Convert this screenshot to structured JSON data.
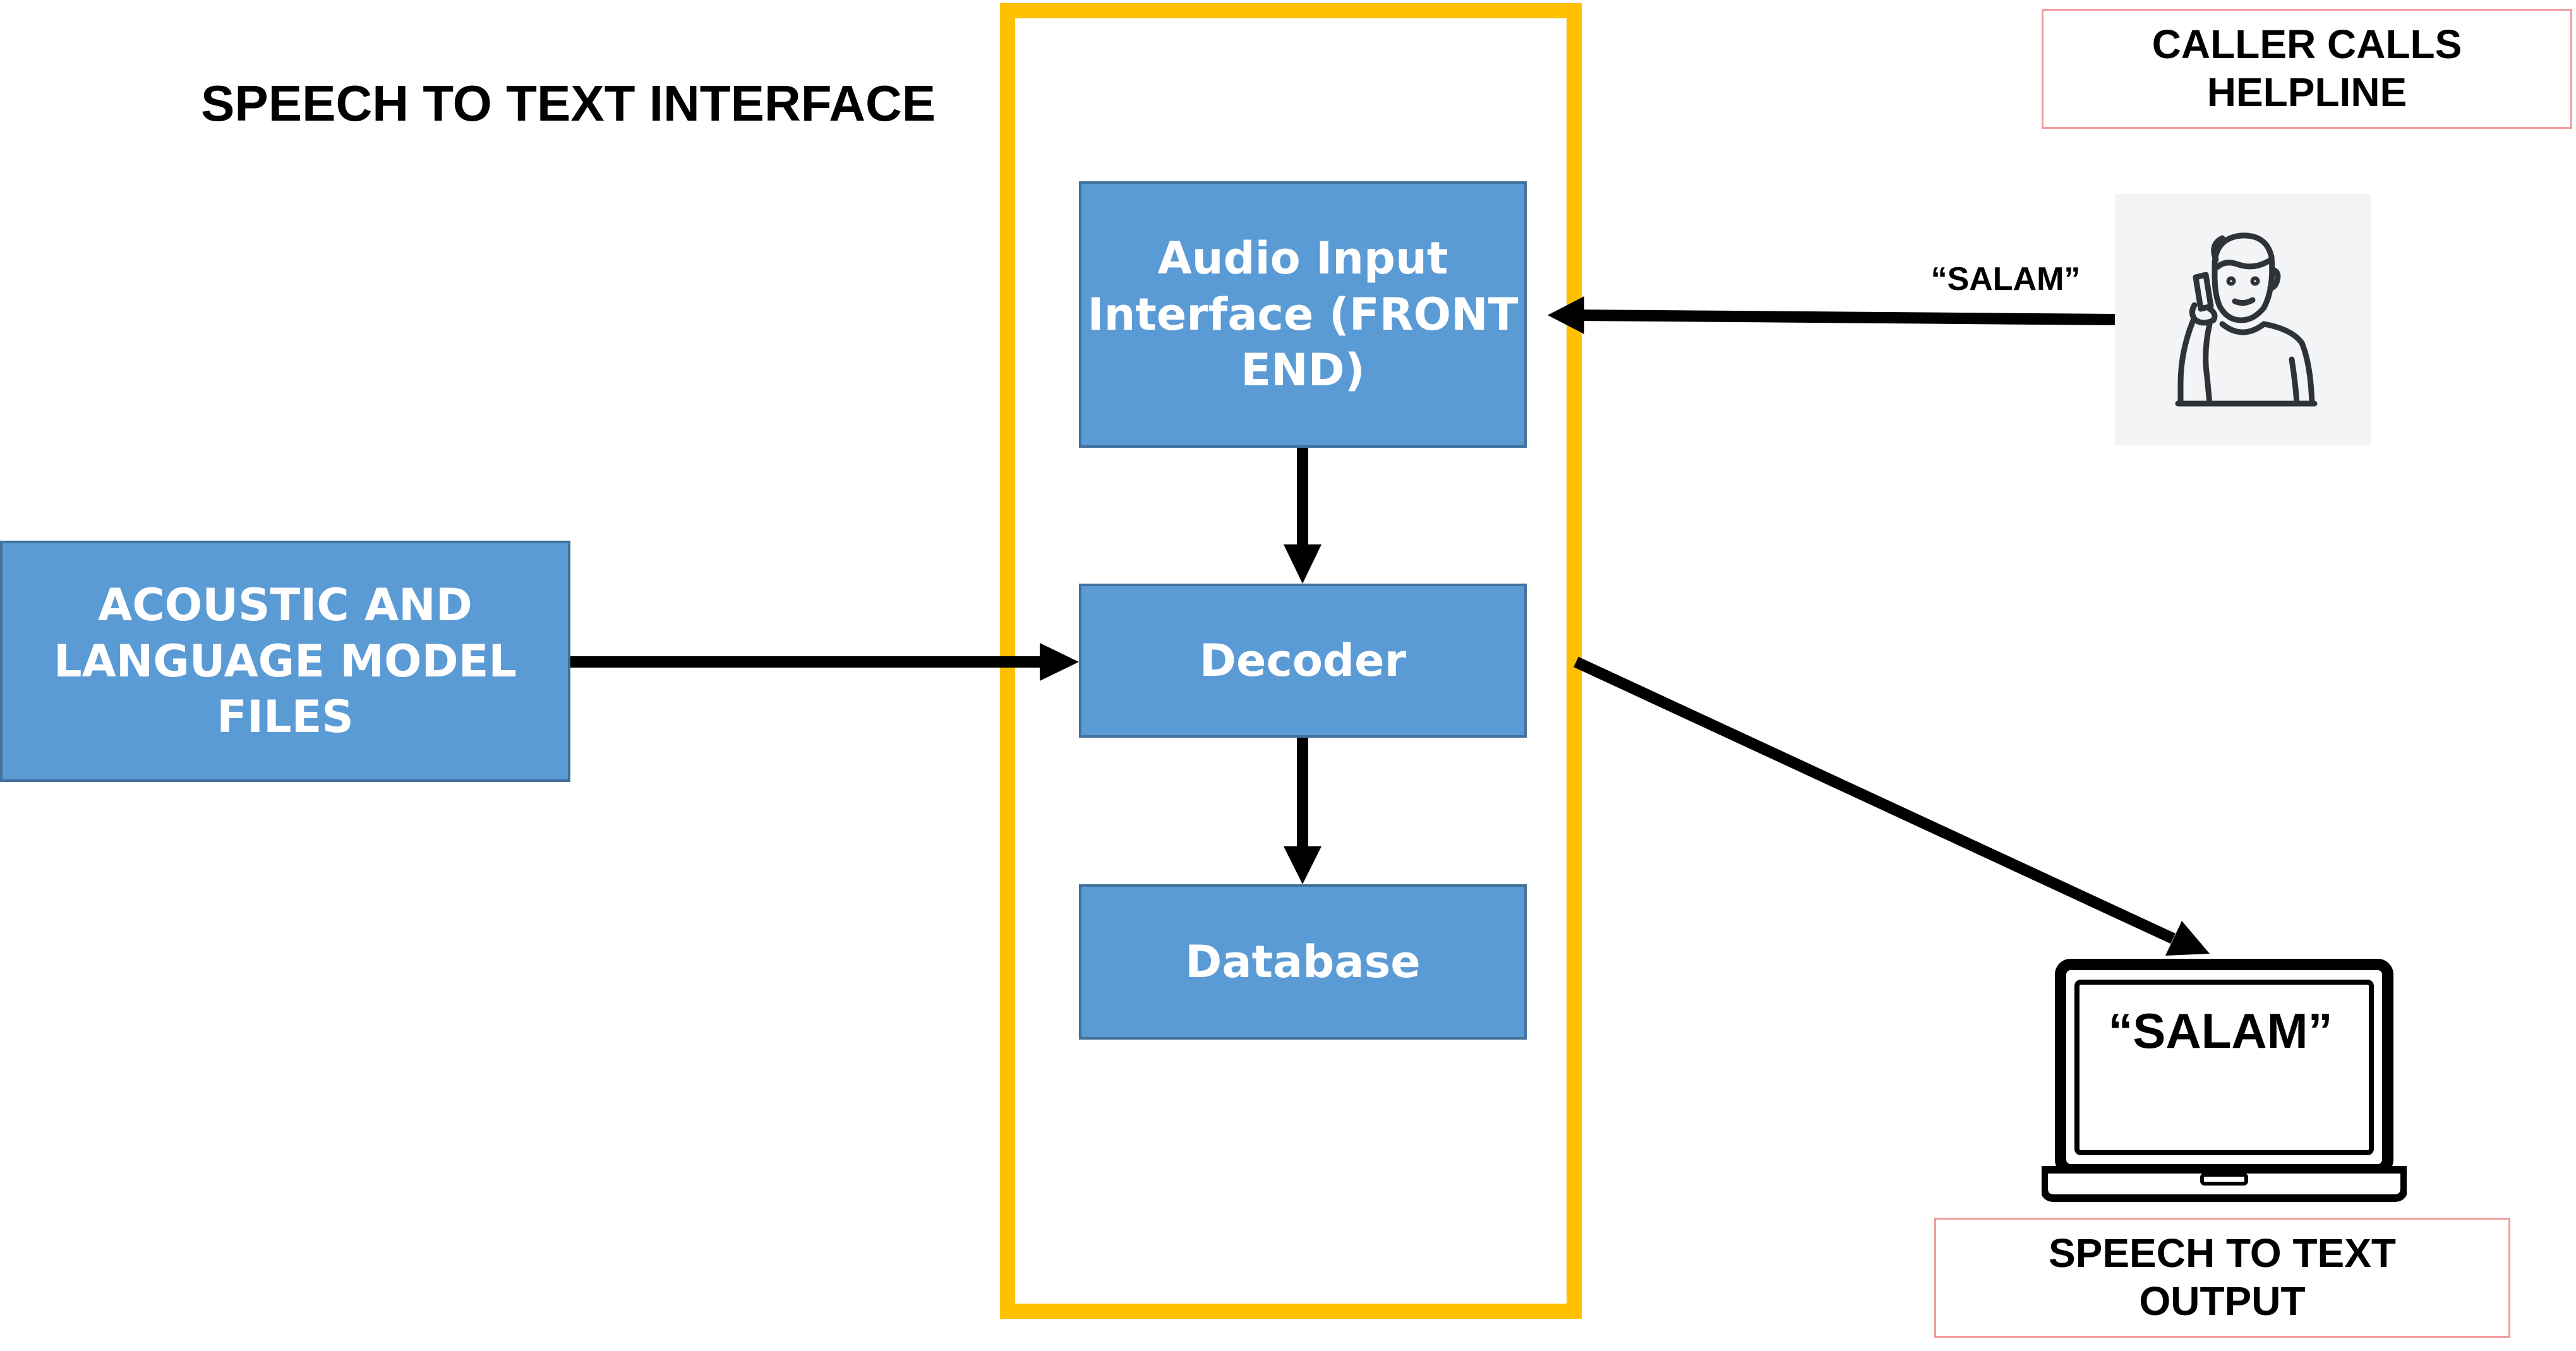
{
  "diagram": {
    "title": "SPEECH TO TEXT INTERFACE",
    "boxes": {
      "audio_input": "Audio Input Interface (FRONT END)",
      "decoder": "Decoder",
      "database": "Database",
      "acoustic_lines": [
        "ACOUSTIC AND",
        "LANGUAGE MODEL",
        "FILES"
      ]
    },
    "caller_label": "CALLER CALLS HELPLINE",
    "caller_speech": "“SALAM”",
    "screen_text": "“SALAM”",
    "output_label": "SPEECH TO TEXT OUTPUT",
    "icons": [
      "caller-on-phone-icon",
      "laptop-icon"
    ],
    "colors": {
      "frame": "#FFC000",
      "box_fill": "#5B9BD5",
      "box_border": "#41719C",
      "label_border": "#F19C9C",
      "arrow": "#000000",
      "caller_tile": "#F3F4F6"
    }
  }
}
